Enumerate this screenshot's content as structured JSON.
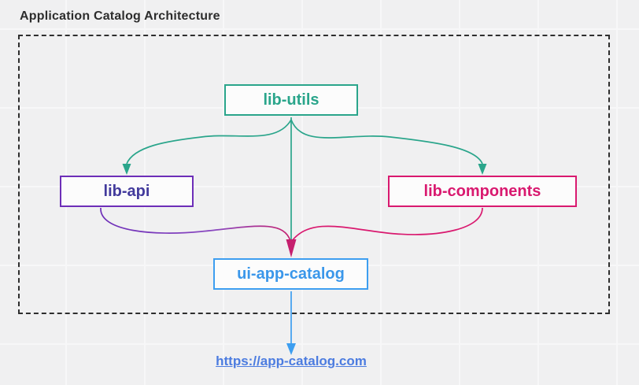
{
  "title": "Application Catalog Architecture",
  "colors": {
    "teal": "#2aa58b",
    "purple": "#6d2eb8",
    "indigo": "#423a9c",
    "magenta": "#d9196f",
    "arrowhead": "#c51f6e",
    "blue": "#3d9ef0",
    "blueText": "#3a97ea",
    "link": "#4c7ce0",
    "boundary": "#2e2e2e",
    "titleColor": "#2d2d2d",
    "nodeBg": "#fcfcfc",
    "canvas": "#f0f0f1",
    "grid": "#f7f7f8"
  },
  "nodes": {
    "lib_utils": {
      "label": "lib-utils",
      "color": "#2aa58b"
    },
    "lib_api": {
      "label": "lib-api",
      "border_color": "#6d2eb8",
      "text_color": "#423a9c"
    },
    "lib_components": {
      "label": "lib-components",
      "color": "#d9196f"
    },
    "ui_app_catalog": {
      "label": "ui-app-catalog",
      "color": "#3d9ef0"
    }
  },
  "edges": [
    {
      "from": "lib-utils",
      "to": "lib-api",
      "color": "#2aa58b"
    },
    {
      "from": "lib-utils",
      "to": "ui-app-catalog",
      "color": "#2aa58b"
    },
    {
      "from": "lib-utils",
      "to": "lib-components",
      "color": "#2aa58b"
    },
    {
      "from": "lib-api",
      "to": "ui-app-catalog",
      "color": "#6d2eb8"
    },
    {
      "from": "lib-components",
      "to": "ui-app-catalog",
      "color": "#d9196f"
    },
    {
      "from": "ui-app-catalog",
      "to": "https://app-catalog.com",
      "color": "#3d9ef0"
    }
  ],
  "link": {
    "label": "https://app-catalog.com"
  }
}
